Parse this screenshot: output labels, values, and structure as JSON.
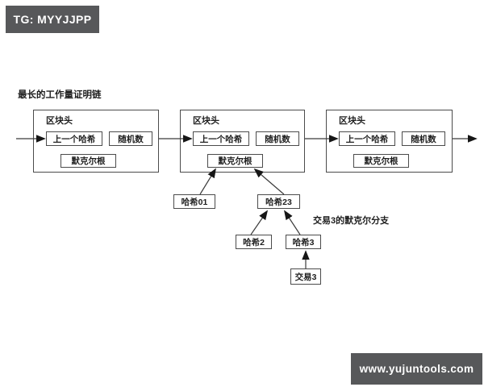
{
  "watermarks": {
    "tg_badge": "TG: MYYJJPP",
    "site_badge": "www.yujuntools.com"
  },
  "diagram": {
    "chain_label": "最长的工作量证明链",
    "branch_label": "交易3的默克尔分支",
    "blocks": [
      {
        "header": "区块头",
        "prev_hash": "上一个哈希",
        "nonce": "随机数",
        "merkle_root": "默克尔根"
      },
      {
        "header": "区块头",
        "prev_hash": "上一个哈希",
        "nonce": "随机数",
        "merkle_root": "默克尔根"
      },
      {
        "header": "区块头",
        "prev_hash": "上一个哈希",
        "nonce": "随机数",
        "merkle_root": "默克尔根"
      }
    ],
    "merkle_nodes": {
      "hash01": "哈希01",
      "hash23": "哈希23",
      "hash2": "哈希2",
      "hash3": "哈希3",
      "tx3": "交易3"
    }
  },
  "colors": {
    "badge_bg": "#57585a",
    "line": "#3b3b3b",
    "box_border": "#4b4b4b",
    "text": "#1e1e1e",
    "background": "#ffffff"
  }
}
